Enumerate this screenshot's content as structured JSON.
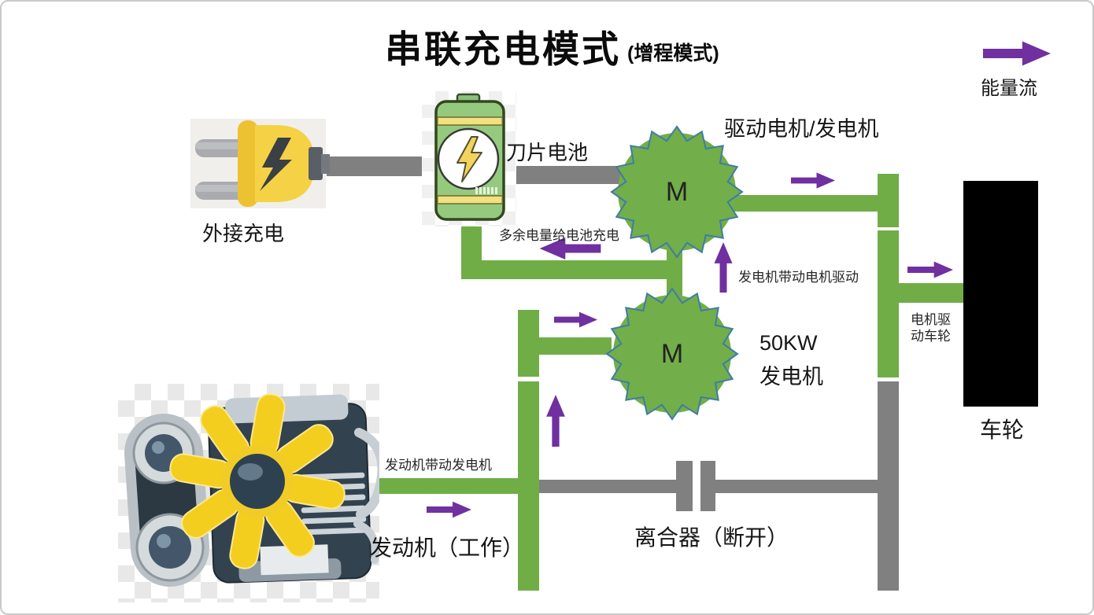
{
  "title": {
    "main": "串联充电模式",
    "sub": "(增程模式)"
  },
  "legend": {
    "label": "能量流"
  },
  "colors": {
    "energy_green": "#70AD47",
    "wire_gray": "#808080",
    "arrow_purple": "#7030A0",
    "gear_fill": "#72AE49",
    "gear_stroke": "#3F7CA6",
    "wheel_black": "#000000"
  },
  "nodes": {
    "external_charge": {
      "label": "外接充电"
    },
    "battery": {
      "label": "刀片电池"
    },
    "drive_motor": {
      "label": "驱动电机/发电机",
      "symbol": "M"
    },
    "generator": {
      "power": "50KW",
      "name": "发电机",
      "symbol": "M"
    },
    "engine": {
      "label": "发动机（工作）"
    },
    "clutch": {
      "label": "离合器（断开）"
    },
    "wheel": {
      "label": "车轮"
    }
  },
  "flows": {
    "charge_battery": "多余电量给电池充电",
    "gen_drives_motor": "发电机带动电机驱动",
    "motor_drives_wheel_1": "电机驱",
    "motor_drives_wheel_2": "动车轮",
    "engine_drives_gen": "发动机带动发电机"
  }
}
